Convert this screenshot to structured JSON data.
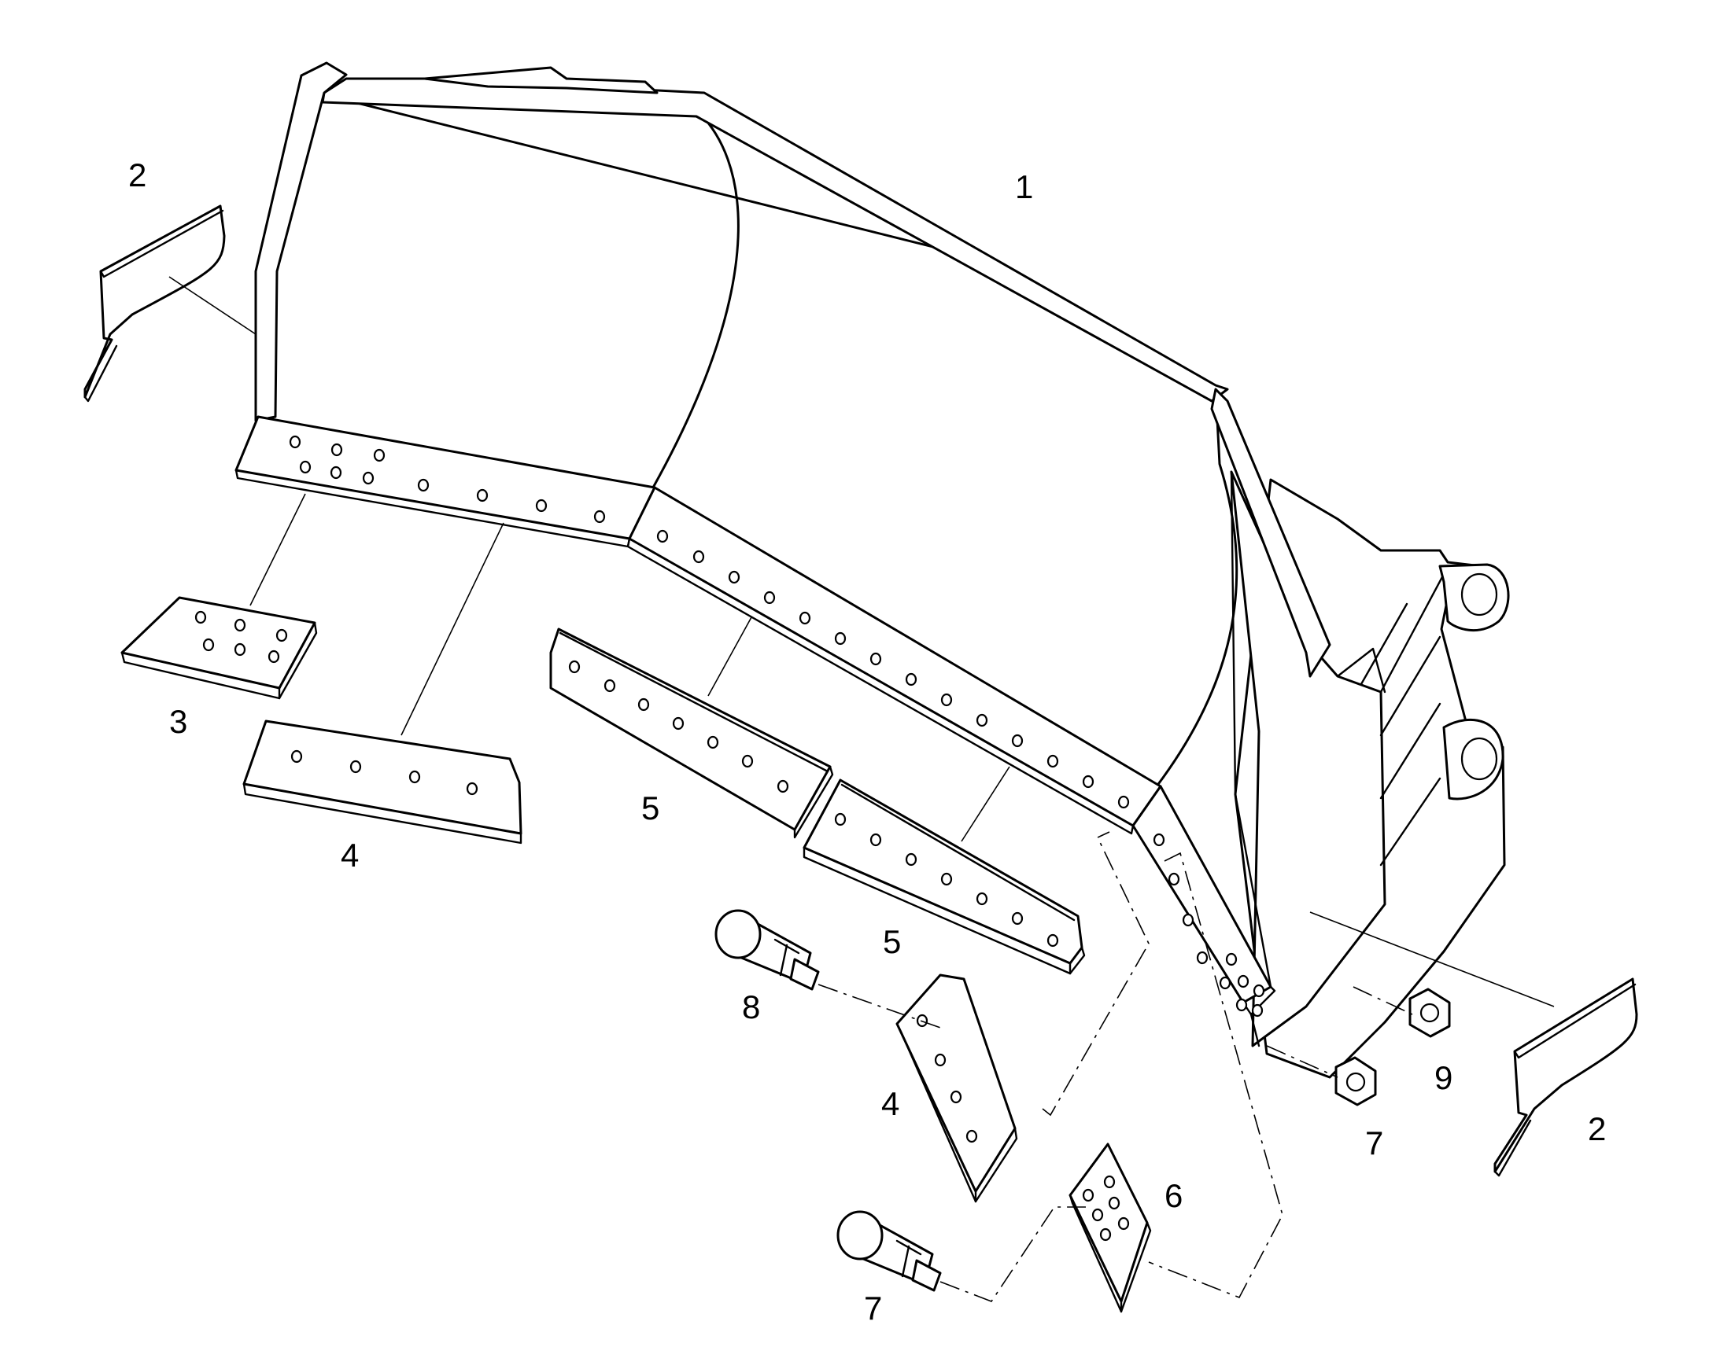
{
  "callouts": {
    "c1": "1",
    "c2a": "2",
    "c2b": "2",
    "c3": "3",
    "c4a": "4",
    "c4b": "4",
    "c5a": "5",
    "c5b": "5",
    "c6": "6",
    "c7a": "7",
    "c7b": "7",
    "c8": "8",
    "c9": "9"
  }
}
